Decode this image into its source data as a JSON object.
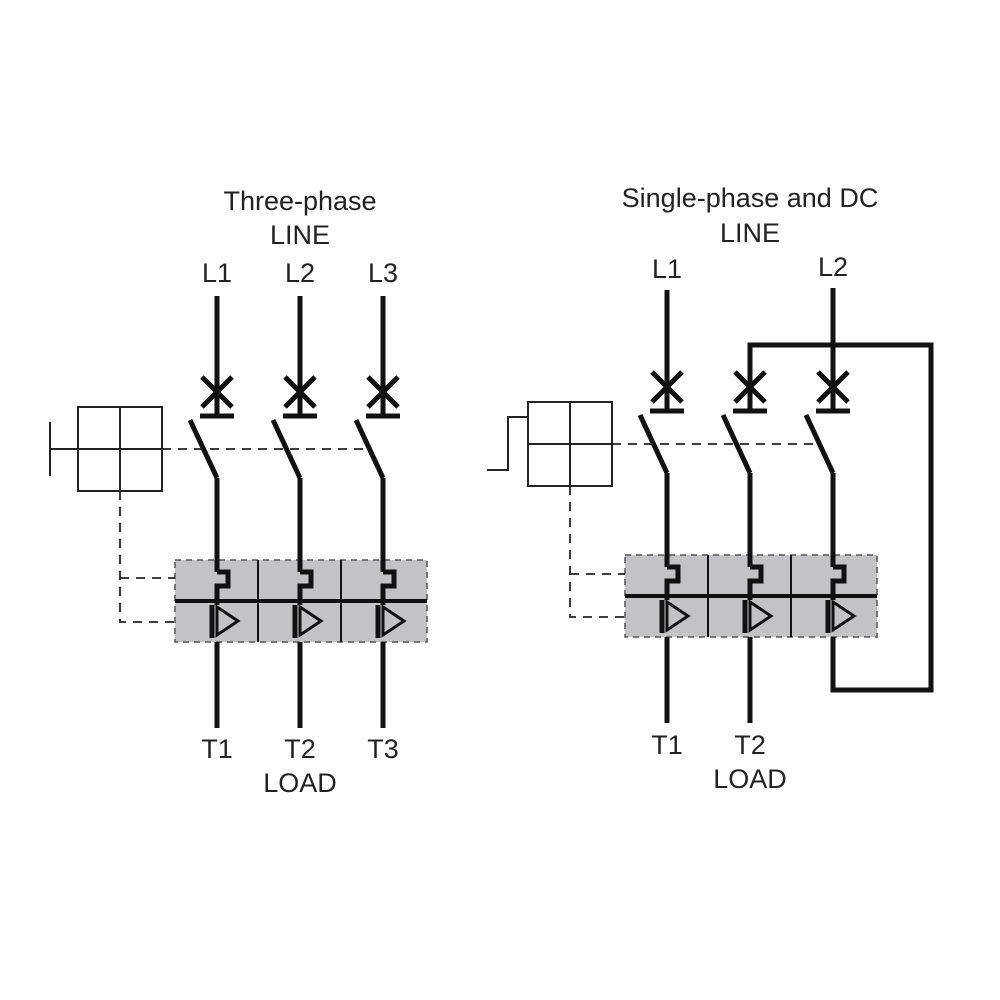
{
  "left": {
    "title": "Three-phase",
    "line_label": "LINE",
    "load_label": "LOAD",
    "line_terminals": [
      "L1",
      "L2",
      "L3"
    ],
    "load_terminals": [
      "T1",
      "T2",
      "T3"
    ]
  },
  "right": {
    "title": "Single-phase and DC",
    "line_label": "LINE",
    "load_label": "LOAD",
    "line_terminals": [
      "L1",
      "L2"
    ],
    "load_terminals": [
      "T1",
      "T2"
    ]
  },
  "colors": {
    "wire": "#111111",
    "band": "#c3c3c7",
    "text": "#222222"
  }
}
